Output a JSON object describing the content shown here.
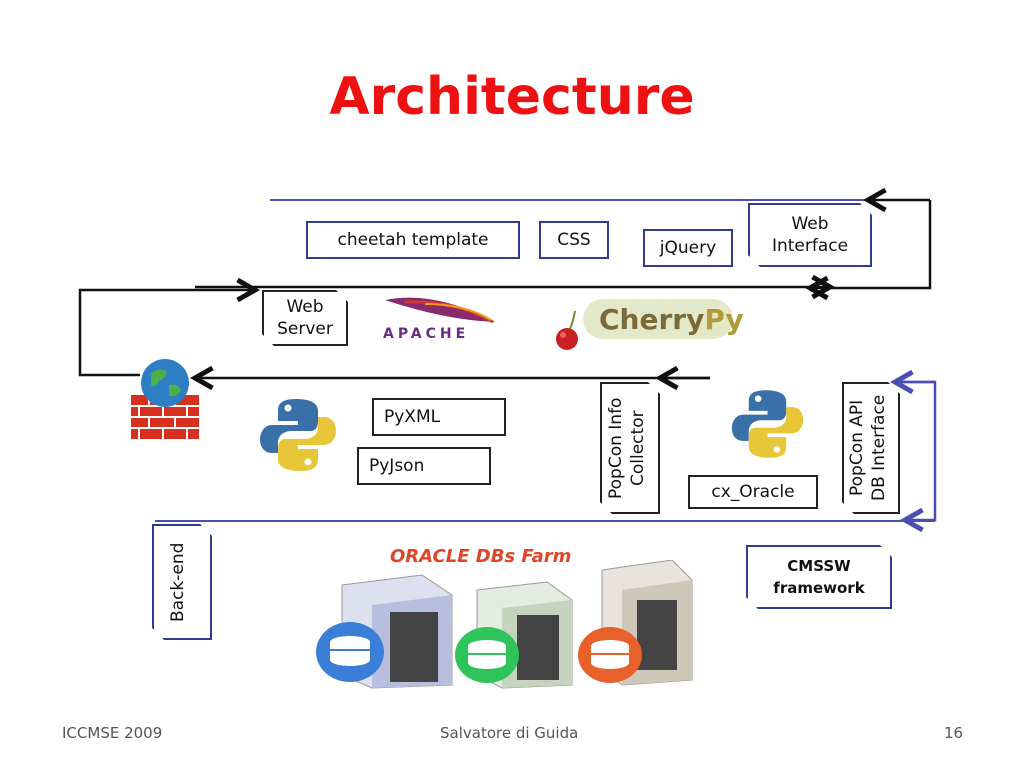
{
  "title": "Architecture",
  "boxes": {
    "cheetah": "cheetah template",
    "css": "CSS",
    "jquery": "jQuery",
    "web_interface": "Web Interface",
    "web_server": "Web Server",
    "pyxml": "PyXML",
    "pyjson": "PyJson",
    "popcon_collector": "PopCon Info Collector",
    "cx_oracle": "cx_Oracle",
    "popcon_api": "PopCon API DB Interface",
    "backend": "Back-end",
    "cmssw": "CMSSW framework"
  },
  "logos": {
    "apache": "APACHE",
    "cherrypy_a": "Cherry",
    "cherrypy_b": "Py",
    "oracle_farm": "ORACLE DBs Farm"
  },
  "footer": {
    "left": "ICCMSE 2009",
    "center": "Salvatore di Guida",
    "right": "16"
  },
  "icons": [
    "firewall-icon",
    "python-icon",
    "apache-logo",
    "cherrypy-logo",
    "database-server-icon"
  ],
  "colors": {
    "title": "#ee1111",
    "box_border": "#2e3d8f",
    "line_blue": "#4a4fb0"
  }
}
